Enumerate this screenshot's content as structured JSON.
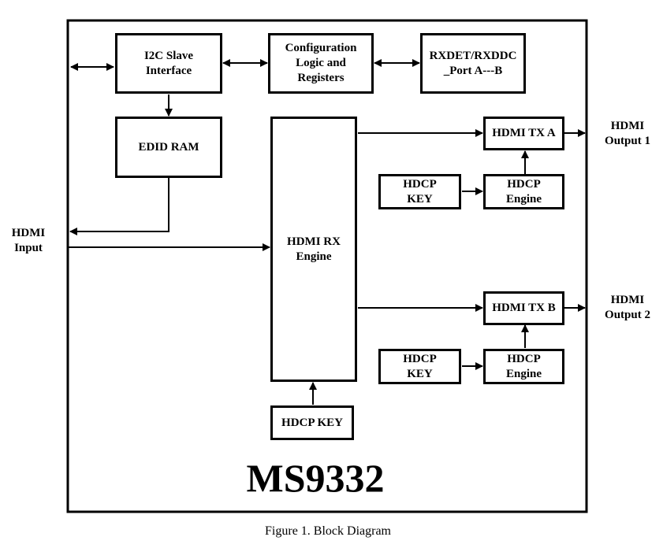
{
  "chip_name": "MS9332",
  "caption": "Figure 1. Block Diagram",
  "blocks": {
    "i2c": "I2C Slave\nInterface",
    "config": "Configuration\nLogic and\nRegisters",
    "rxdet": "RXDET/RXDDC\n_Port A---B",
    "edid": "EDID RAM",
    "rx_engine": "HDMI RX\nEngine",
    "tx_a": "HDMI TX A",
    "tx_b": "HDMI TX B",
    "hdcp_key_a": "HDCP\nKEY",
    "hdcp_engine_a": "HDCP\nEngine",
    "hdcp_key_b": "HDCP\nKEY",
    "hdcp_engine_b": "HDCP\nEngine",
    "hdcp_key_rx": "HDCP KEY"
  },
  "ports": {
    "input": "HDMI\nInput",
    "output1": "HDMI\nOutput 1",
    "output2": "HDMI\nOutput 2"
  }
}
